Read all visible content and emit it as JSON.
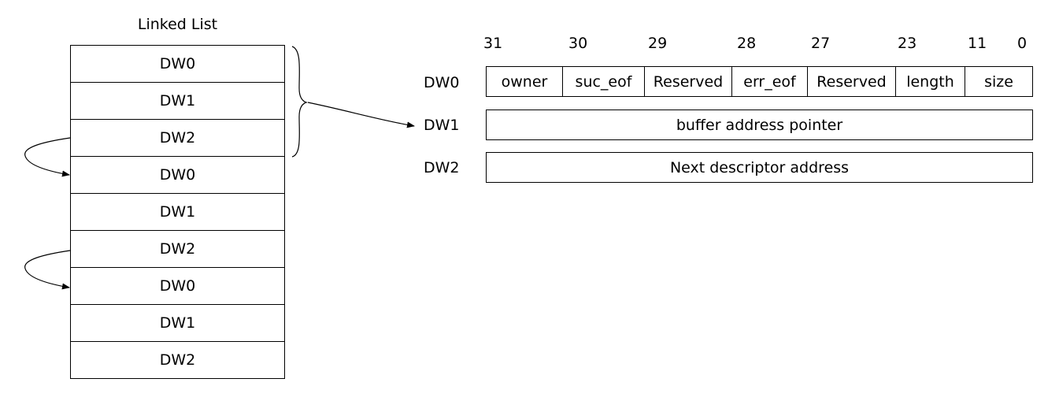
{
  "linked_list": {
    "title": "Linked List",
    "rows": [
      "DW0",
      "DW1",
      "DW2",
      "DW0",
      "DW1",
      "DW2",
      "DW0",
      "DW1",
      "DW2"
    ]
  },
  "descriptor": {
    "bit_labels": [
      "31",
      "30",
      "29",
      "28",
      "27",
      "23",
      "11",
      "0"
    ],
    "row_labels": [
      "DW0",
      "DW1",
      "DW2"
    ],
    "dw0_fields": [
      "owner",
      "suc_eof",
      "Reserved",
      "err_eof",
      "Reserved",
      "length",
      "size"
    ],
    "dw1_field": "buffer address pointer",
    "dw2_field": "Next descriptor address"
  }
}
